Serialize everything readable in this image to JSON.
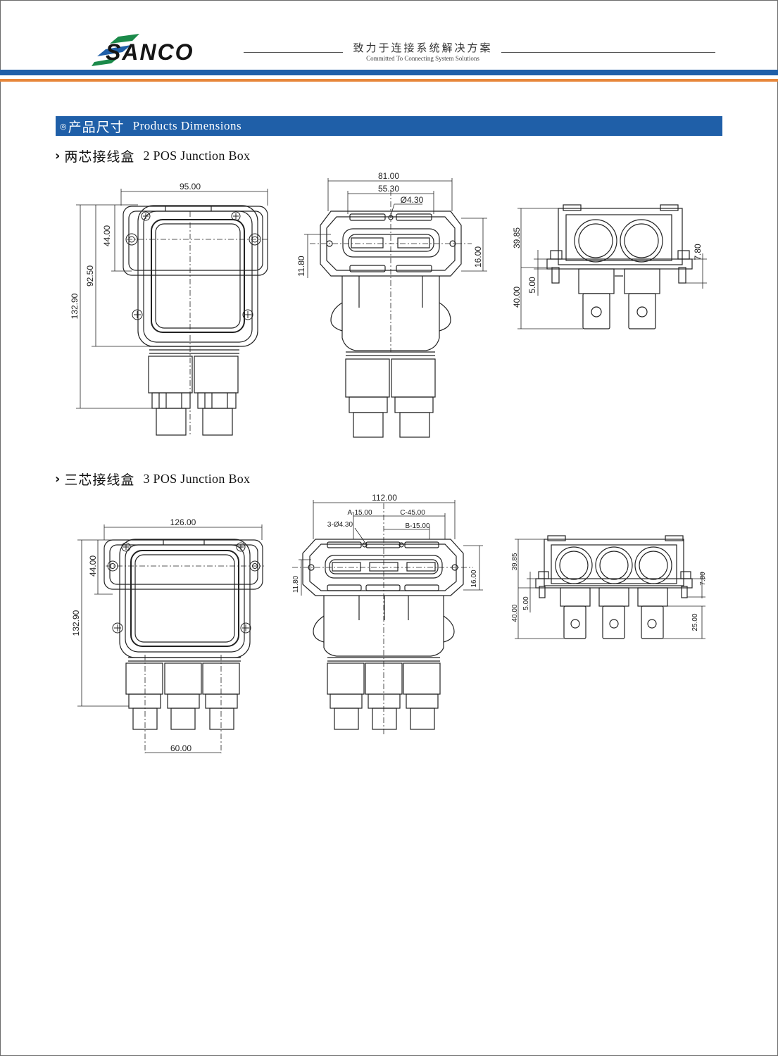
{
  "header": {
    "logo_text": "SANCO",
    "slogan_cn": "致力于连接系统解决方案",
    "slogan_en": "Committed To Connecting System Solutions",
    "colors": {
      "blue": "#1f5fa8",
      "orange": "#e7863a",
      "logo_green": "#1b8a4a",
      "logo_blue": "#1f5fa8"
    }
  },
  "section": {
    "mark": "◎",
    "title_cn": "产品尺寸",
    "title_en": "Products Dimensions"
  },
  "box2": {
    "title_cn": "两芯接线盒",
    "title_en": "2 POS Junction Box",
    "front": {
      "width": "95.00",
      "height": "132.90",
      "body_height": "92.50",
      "hole_pitch": "44.00"
    },
    "bottom": {
      "overall": "81.00",
      "hole_pitch": "55.30",
      "hole": "Ø4.30",
      "left_h": "11.80",
      "right_h": "16.00"
    },
    "side": {
      "top_h": "39.85",
      "bottom_h": "40.00",
      "flange": "5.00",
      "pin": "7.80"
    }
  },
  "box3": {
    "title_cn": "三芯接线盒",
    "title_en": "3 POS Junction Box",
    "front": {
      "width": "126.00",
      "height": "132.90",
      "hole_pitch": "44.00",
      "cable_pitch": "60.00"
    },
    "bottom": {
      "overall": "112.00",
      "a": "A-15.00",
      "c": "C-45.00",
      "holes": "3-Ø4.30",
      "b": "B-15.00",
      "left_h": "11.80",
      "right_h": "16.00"
    },
    "side": {
      "top_h": "39.85",
      "bottom_h": "40.00",
      "flange": "5.00",
      "pin": "7.80",
      "terminal": "25.00"
    }
  }
}
